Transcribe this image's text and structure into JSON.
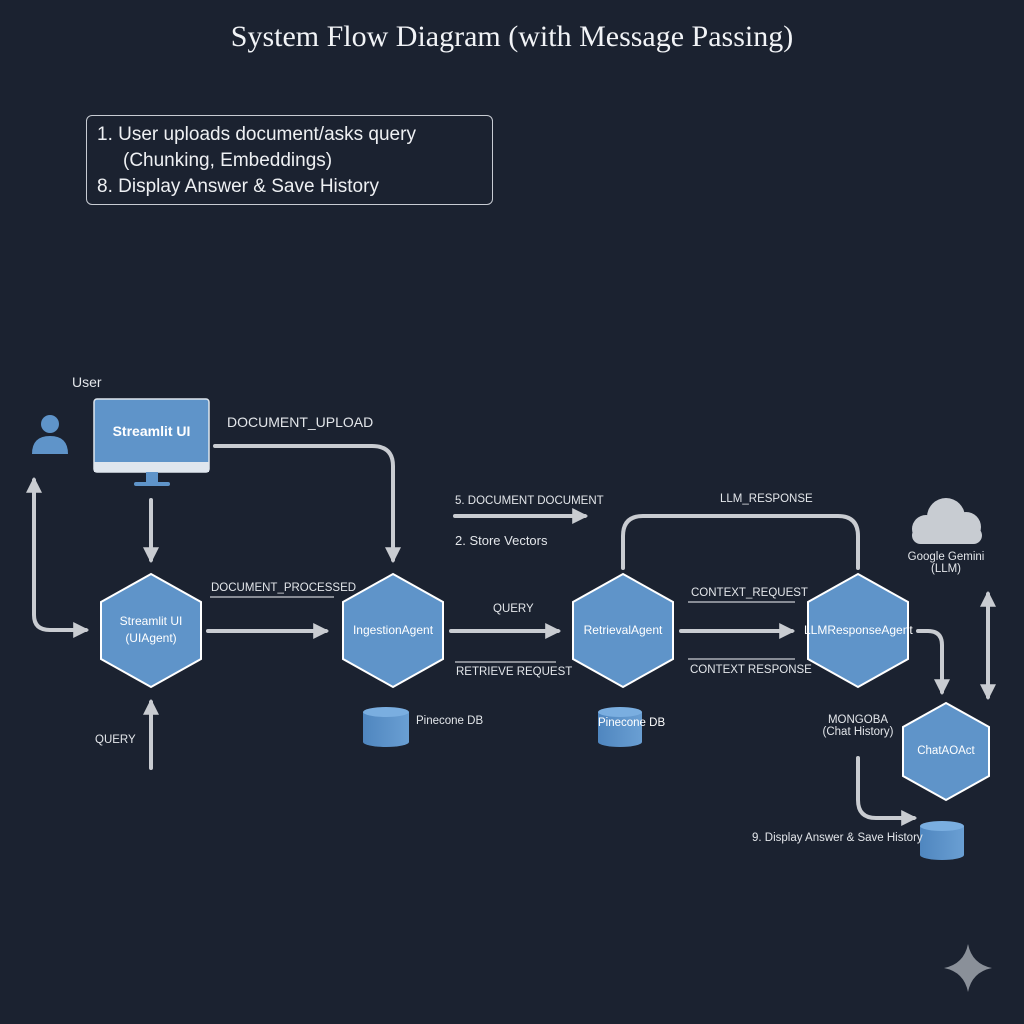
{
  "title": "System Flow Diagram (with Message Passing)",
  "steps": {
    "line1": "1.  User uploads document/asks query",
    "line2": "(Chunking, Embeddings)",
    "line3": "8.  Display Answer & Save History"
  },
  "user_label": "User",
  "monitor_label": "Streamlit UI",
  "nodes": {
    "ui_agent_line1": "Streamlit UI",
    "ui_agent_line2": "(UIAgent)",
    "ingestion": "IngestionAgent",
    "retrieval": "RetrievalAgent",
    "llm_response": "LLMResponseAgent",
    "chat": "ChatAOAct"
  },
  "messages": {
    "document_upload": "DOCUMENT_UPLOAD",
    "document_processed": "DOCUMENT_PROCESSED",
    "query_left": "QUERY",
    "query_mid": "QUERY",
    "retrieve_request": "RETRIEVE REQUEST",
    "document_document": "5. DOCUMENT DOCUMENT",
    "store_vectors": "2. Store Vectors",
    "llm_response": "LLM_RESPONSE",
    "context_request": "CONTEXT_REQUEST",
    "context_response": "CONTEXT RESPONSE"
  },
  "databases": {
    "pinecone_1": "Pinecone DB",
    "pinecone_2": "Pinecone DB",
    "mongo_line1": "MONGOBA",
    "mongo_line2": "(Chat History)"
  },
  "cloud": {
    "line1": "Google Gemini",
    "line2": "(LLM)"
  },
  "display_answer": "9. Display Answer & Save History",
  "icons": {
    "user": "user-icon",
    "monitor": "monitor-icon",
    "cloud": "cloud-icon",
    "database": "database-icon",
    "sparkle": "sparkle-icon"
  },
  "colors": {
    "background": "#1b2230",
    "node_fill": "#5f94c9",
    "node_border": "#ffffff",
    "arrow": "#c9ccd1"
  }
}
